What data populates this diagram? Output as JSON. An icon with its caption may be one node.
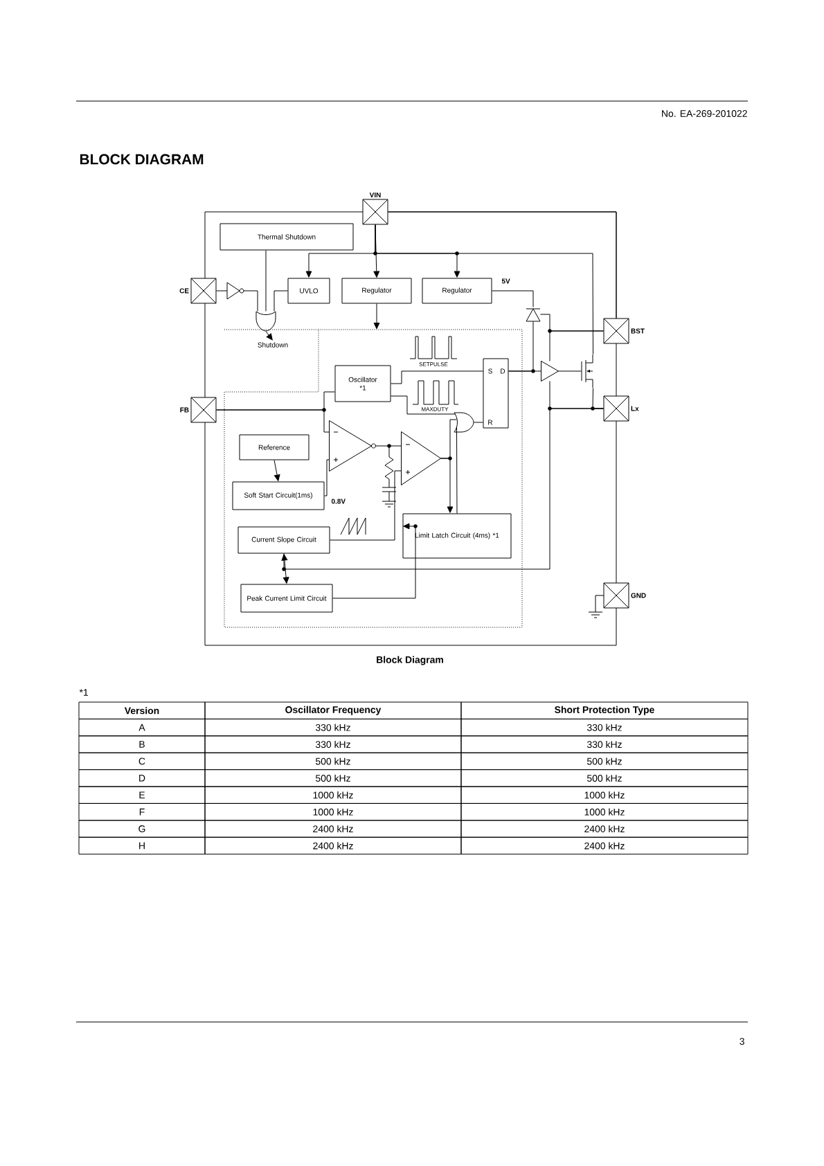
{
  "diagram": {
    "title": "BLOCK DIAGRAM",
    "caption": "Block Diagram",
    "nodes": [
      {
        "text": [
          "VIN"
        ]
      },
      {
        "text": [
          "Thermal Shutdown"
        ]
      },
      {
        "text": [
          "CE"
        ]
      },
      {
        "text": [
          "UVLO"
        ]
      },
      {
        "text": [
          "Regulator"
        ]
      },
      {
        "text": [
          "Regulator"
        ]
      },
      {
        "text": [
          "Shutdown"
        ]
      },
      {
        "text": [
          "Oscillator",
          "*1"
        ]
      },
      {
        "text": [
          "FB"
        ]
      },
      {
        "text": [
          "BST"
        ]
      },
      {
        "text": [
          "Lx"
        ]
      },
      {
        "text": [
          "Reference"
        ]
      },
      {
        "text": [
          "Soft Start Circuit(1ms)"
        ]
      },
      {
        "text": [
          "Current Slope Circuit"
        ]
      },
      {
        "text": [
          "Limit Latch Circuit (4ms) *1"
        ]
      },
      {
        "text": [
          "Peak Current Limit Circuit"
        ]
      },
      {
        "text": [
          "GND"
        ]
      },
      {
        "text": [
          "S",
          "D",
          "R"
        ]
      },
      {
        "text": [],
        "shape": "gate"
      },
      {
        "text": [],
        "shape": "diode"
      },
      {
        "text": [],
        "shape": "triangle"
      },
      {
        "text": [],
        "shape": "transistor"
      },
      {
        "text": [],
        "shape": "triangle"
      },
      {
        "text": [],
        "shape": "triangle"
      },
      {
        "text": [],
        "shape": "gate"
      }
    ],
    "edges": [
      {
        "from": 0,
        "to": 4,
        "arrow": "to"
      },
      {
        "from": 0,
        "to": 5,
        "arrow": "to"
      },
      {
        "from": 0,
        "to": 3,
        "arrow": "to"
      },
      {
        "from": 1,
        "to": 18,
        "arrow": "none"
      },
      {
        "from": 3,
        "to": 18,
        "arrow": "none"
      },
      {
        "from": 2,
        "to": 18,
        "arrow": "none"
      },
      {
        "from": 18,
        "to": 6,
        "arrow": "to"
      },
      {
        "from": 4,
        "to": null,
        "arrow": "to"
      },
      {
        "from": 11,
        "to": 12,
        "arrow": "to"
      },
      {
        "from": 13,
        "to": 15,
        "arrow": "both"
      },
      {
        "from": 7,
        "to": 17,
        "arrow": "none"
      },
      {
        "from": 5,
        "to": 19,
        "arrow": "none"
      },
      {
        "from": 19,
        "to": 9,
        "arrow": "none"
      },
      {
        "from": 19,
        "to": 17,
        "arrow": "none"
      },
      {
        "from": 17,
        "to": 20,
        "arrow": "none"
      },
      {
        "from": 20,
        "to": 21,
        "arrow": "none"
      },
      {
        "from": 0,
        "to": 21,
        "arrow": "none"
      },
      {
        "from": 21,
        "to": 10,
        "arrow": "none"
      },
      {
        "from": 9,
        "to": 20,
        "arrow": "none"
      },
      {
        "from": 20,
        "to": 10,
        "arrow": "none"
      },
      {
        "from": 10,
        "to": 13,
        "arrow": "none"
      },
      {
        "from": 0,
        "to": 9,
        "arrow": "none"
      },
      {
        "from": 8,
        "to": 22,
        "arrow": "none"
      },
      {
        "from": 8,
        "to": 7,
        "arrow": "none"
      },
      {
        "from": 12,
        "to": 22,
        "arrow": "none"
      },
      {
        "from": 22,
        "to": 23,
        "arrow": "none"
      },
      {
        "from": 13,
        "to": 23,
        "arrow": "none"
      },
      {
        "from": 23,
        "to": 24,
        "arrow": "none"
      },
      {
        "from": 23,
        "to": 14,
        "arrow": "to"
      },
      {
        "from": 14,
        "to": 24,
        "arrow": "none"
      },
      {
        "from": 15,
        "to": 14,
        "arrow": "to"
      },
      {
        "from": 7,
        "to": 24,
        "arrow": "none"
      },
      {
        "from": 24,
        "to": 17,
        "arrow": "none"
      }
    ],
    "labels": [
      "No. EA-269-201022",
      "5V",
      "SETPULSE",
      "MAXDUTY",
      "0.8V",
      "*1",
      "Version",
      "Oscillator Frequency",
      "Short Protection Type",
      "A",
      "330 kHz",
      "330 kHz",
      "B",
      "330 kHz",
      "330 kHz",
      "C",
      "500 kHz",
      "500 kHz",
      "D",
      "500 kHz",
      "500 kHz",
      "E",
      "1000 kHz",
      "1000 kHz",
      "F",
      "1000 kHz",
      "1000 kHz",
      "G",
      "2400 kHz",
      "2400 kHz",
      "H",
      "2400 kHz",
      "2400 kHz",
      "3"
    ]
  }
}
